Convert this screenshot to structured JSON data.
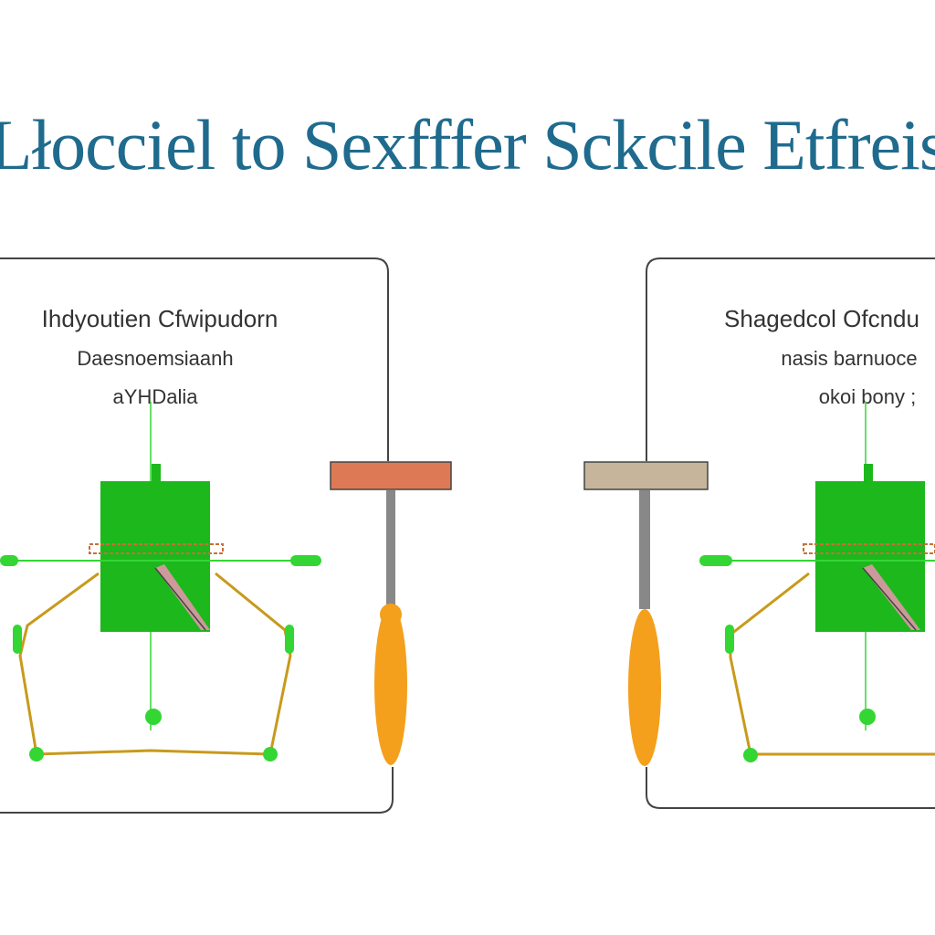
{
  "title": "Lłocciel to Sexfffer Sckcile Etfreis",
  "colors": {
    "title": "#1f6b8e",
    "panel_border": "#444444",
    "block": "#1cb81c",
    "green_line": "#33d633",
    "gold_wire": "#c89a1c",
    "handle": "#f4a01c",
    "left_head": "#dd7a55",
    "right_head": "#c6b49b",
    "shaft": "#888888",
    "blade": "#cc9a9a"
  },
  "left_panel": {
    "line1": "Ihdyoutien Cfwipudorn",
    "line2": "Daesnoemsiaanh",
    "line3": "aYHDalia"
  },
  "right_panel": {
    "line1": "Shagedcol Ofcndu",
    "line2": "nasis barnuoce",
    "line3": "okoi bony ;"
  },
  "icons": [
    "left-switch-schematic",
    "left-screwdriver-icon",
    "right-screwdriver-icon",
    "right-switch-schematic"
  ]
}
